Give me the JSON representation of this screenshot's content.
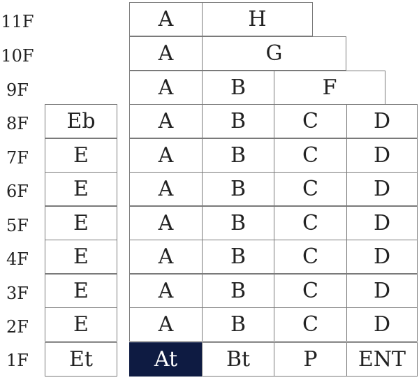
{
  "floors": [
    "11F",
    "10F",
    "9F",
    "8F",
    "7F",
    "6F",
    "5F",
    "4F",
    "3F",
    "2F",
    "1F"
  ],
  "highlight_color": "#0e1b42",
  "rooms": {
    "f11": [
      "A",
      "H"
    ],
    "f10": [
      "A",
      "G"
    ],
    "f9": [
      "A",
      "B",
      "F"
    ],
    "f8": [
      "Eb",
      "A",
      "B",
      "C",
      "D"
    ],
    "f7": [
      "E",
      "A",
      "B",
      "C",
      "D"
    ],
    "f6": [
      "E",
      "A",
      "B",
      "C",
      "D"
    ],
    "f5": [
      "E",
      "A",
      "B",
      "C",
      "D"
    ],
    "f4": [
      "E",
      "A",
      "B",
      "C",
      "D"
    ],
    "f3": [
      "E",
      "A",
      "B",
      "C",
      "D"
    ],
    "f2": [
      "E",
      "A",
      "B",
      "C",
      "D"
    ],
    "f1": [
      "Et",
      "At",
      "Bt",
      "P",
      "ENT"
    ]
  }
}
